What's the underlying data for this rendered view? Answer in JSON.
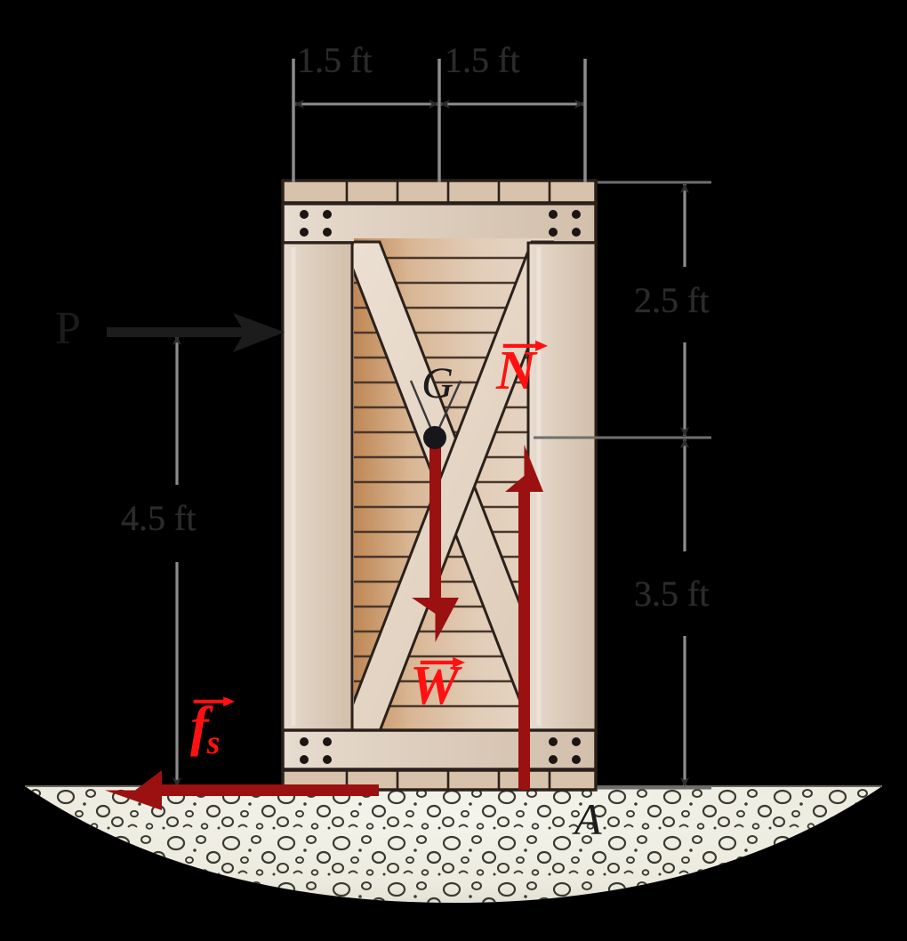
{
  "figure": {
    "title": "Crate on gravel with applied force P, weight W, normal force N and static friction f_s",
    "type": "free-body-diagram"
  },
  "dimensions": {
    "top_left": "1.5 ft",
    "top_right": "1.5 ft",
    "right_upper": "2.5 ft",
    "right_lower": "3.5 ft",
    "left_vertical": "4.5 ft"
  },
  "forces": [
    {
      "id": "P",
      "label": "P",
      "color": "#1c1c1c",
      "direction": "right",
      "vector_arrow": false
    },
    {
      "id": "N",
      "label": "N",
      "color": "#ff1111",
      "direction": "up",
      "vector_arrow": true
    },
    {
      "id": "W",
      "label": "W",
      "color": "#ff1111",
      "direction": "down",
      "vector_arrow": true
    },
    {
      "id": "fs",
      "label": "f",
      "subscript": "s",
      "color": "#ff1111",
      "direction": "left",
      "vector_arrow": true
    }
  ],
  "points": [
    {
      "id": "G",
      "label": "G",
      "color": "#1c1c1c",
      "description": "center-of-mass"
    },
    {
      "id": "A",
      "label": "A",
      "color": "#1c1c1c",
      "description": "ground-contact-point"
    }
  ],
  "colors": {
    "background": "#000000",
    "dim_line": "#8c8c8c",
    "dim_text": "#2b2b2b",
    "arrow_dark_red": "#9b1010",
    "label_red": "#ff1111",
    "crate_frame": "#ddcdbc",
    "crate_frame_light": "#e6dbcd",
    "crate_slat_light": "#e0cfbc",
    "crate_slat_dark": "#c08a5c",
    "crate_outline": "#2b211b",
    "gravel_fill": "#eeeee4",
    "gravel_stroke": "#3a3a30",
    "p_arrow": "#1c1c1c"
  }
}
